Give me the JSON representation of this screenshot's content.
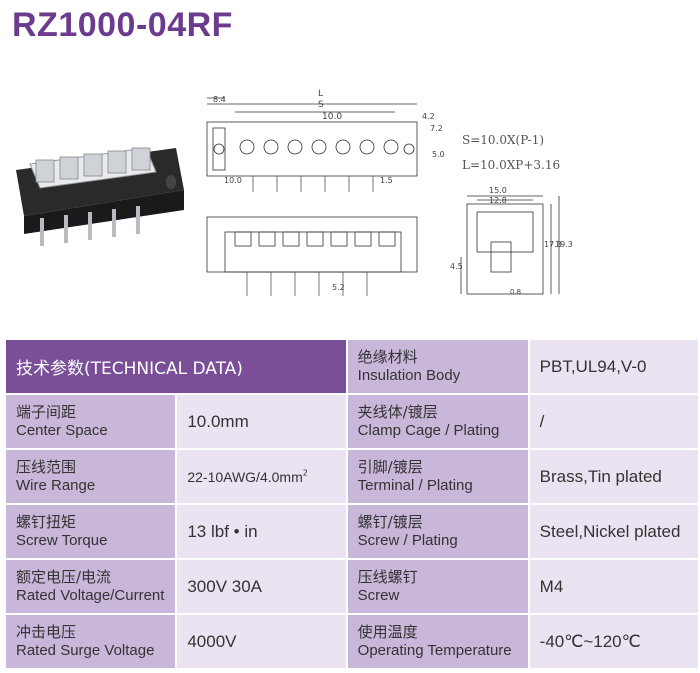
{
  "title": "RZ1000-04RF",
  "spec_formulas": {
    "line1": "S=10.0X(P-1)",
    "line2": "L=10.0XP+3.16"
  },
  "dimensions": {
    "d1": "8.4",
    "d2": "S",
    "d3": "L",
    "d4": "10.0",
    "d5": "4.2",
    "d6": "7.2",
    "d7": "5.0",
    "d8": "10.0",
    "d9": "1.5",
    "d10": "15.0",
    "d11": "12.8",
    "d12": "17.3",
    "d13": "19.3",
    "d14": "4.5",
    "d15": "0.8",
    "d16": "5.2"
  },
  "table": {
    "header_left": "技术参数(TECHNICAL DATA)",
    "rows": [
      {
        "l_zh": "",
        "l_en": "",
        "l_val": "",
        "r_zh": "绝缘材料",
        "r_en": "Insulation Body",
        "r_val": "PBT,UL94,V-0"
      },
      {
        "l_zh": "端子间距",
        "l_en": "Center Space",
        "l_val": "10.0mm",
        "r_zh": "夹线体/镀层",
        "r_en": "Clamp Cage / Plating",
        "r_val": "/"
      },
      {
        "l_zh": "压线范围",
        "l_en": "Wire Range",
        "l_val": "22-10AWG/4.0mm",
        "r_zh": "引脚/镀层",
        "r_en": "Terminal / Plating",
        "r_val": "Brass,Tin plated"
      },
      {
        "l_zh": "螺钉扭矩",
        "l_en": "Screw Torque",
        "l_val": "13 lbf • in",
        "r_zh": "螺钉/镀层",
        "r_en": "Screw / Plating",
        "r_val": "Steel,Nickel plated"
      },
      {
        "l_zh": "额定电压/电流",
        "l_en": "Rated Voltage/Current",
        "l_val": "300V 30A",
        "r_zh": "压线螺钉",
        "r_en": "Screw",
        "r_val": "M4"
      },
      {
        "l_zh": "冲击电压",
        "l_en": "Rated Surge Voltage",
        "l_val": "4000V",
        "r_zh": "使用温度",
        "r_en": "Operating Temperature",
        "r_val": "-40℃~120℃"
      }
    ],
    "sup_2": "2"
  },
  "colors": {
    "title": "#6b3c8e",
    "header": "#7a4f98",
    "label_cell": "#c9b7da",
    "value_cell": "#ebe3f1"
  }
}
